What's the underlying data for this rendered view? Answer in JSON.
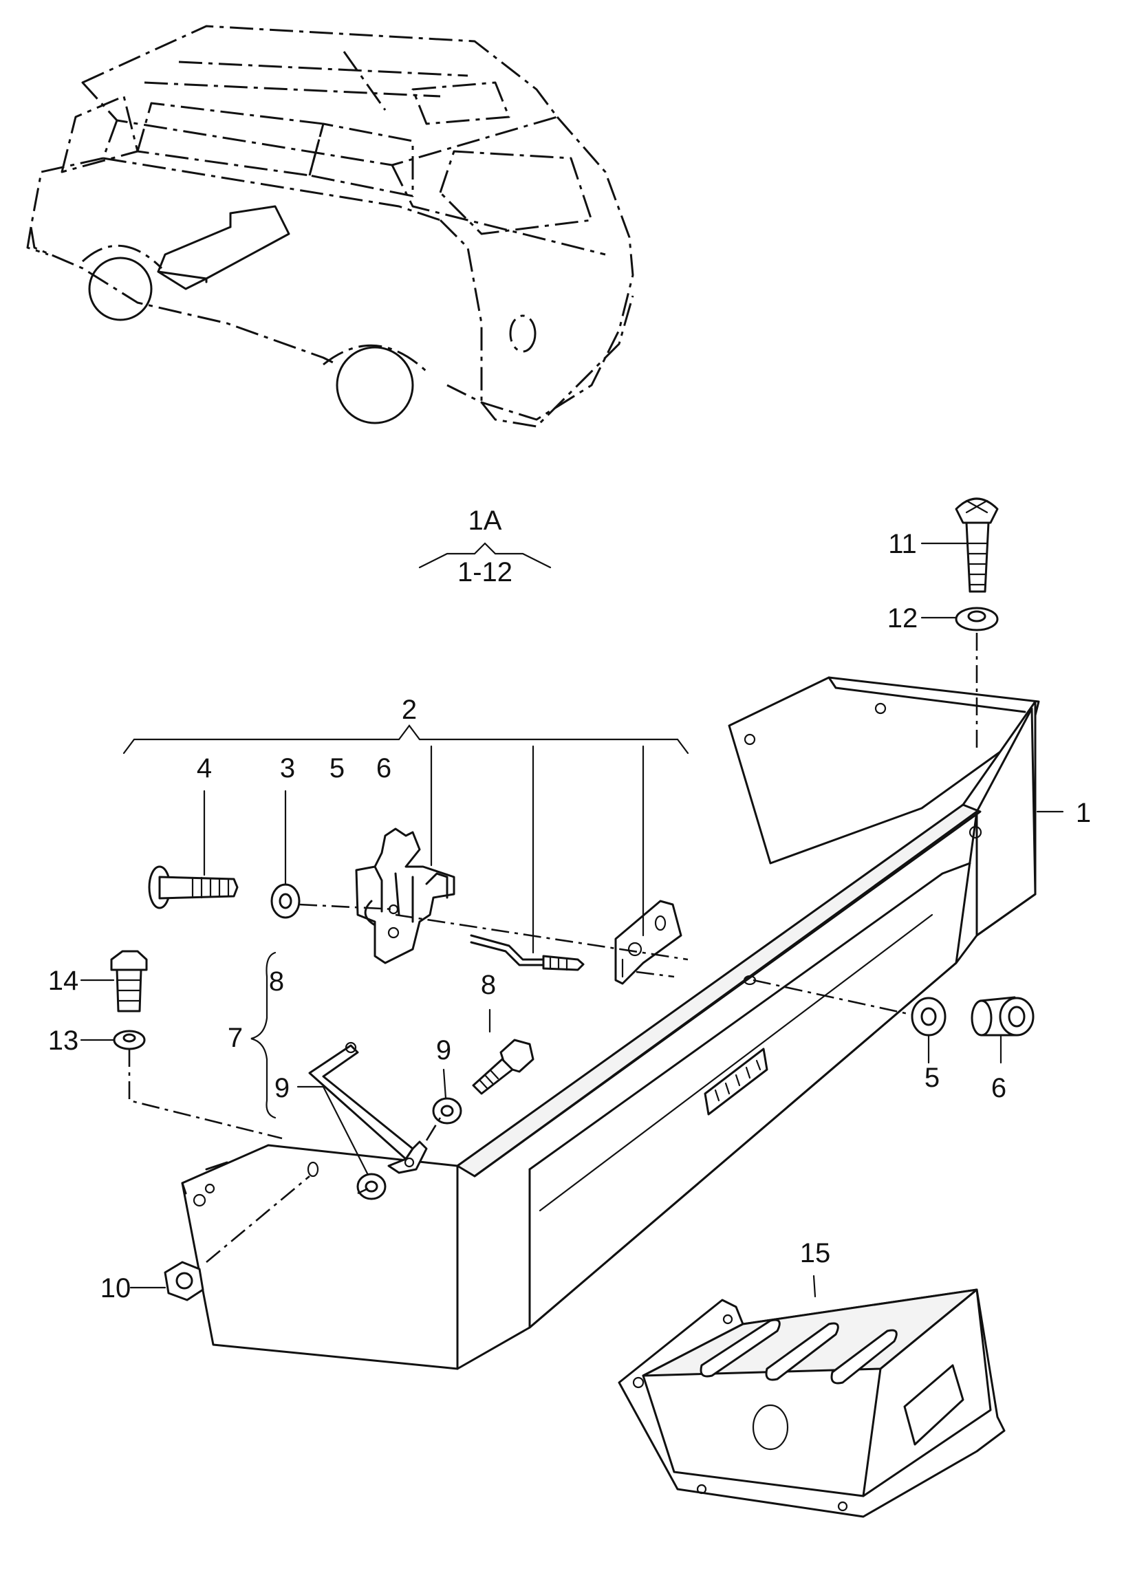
{
  "reference": {
    "group_top": "1A",
    "group_bottom": "1-12"
  },
  "callouts": [
    {
      "id": "c1",
      "text": "1"
    },
    {
      "id": "c2",
      "text": "2"
    },
    {
      "id": "c3",
      "text": "3"
    },
    {
      "id": "c4",
      "text": "4"
    },
    {
      "id": "c5a",
      "text": "5"
    },
    {
      "id": "c6a",
      "text": "6"
    },
    {
      "id": "c5b",
      "text": "5"
    },
    {
      "id": "c6b",
      "text": "6"
    },
    {
      "id": "c7",
      "text": "7"
    },
    {
      "id": "c8a",
      "text": "8"
    },
    {
      "id": "c8b",
      "text": "8"
    },
    {
      "id": "c9a",
      "text": "9"
    },
    {
      "id": "c9b",
      "text": "9"
    },
    {
      "id": "c10",
      "text": "10"
    },
    {
      "id": "c11",
      "text": "11"
    },
    {
      "id": "c12",
      "text": "12"
    },
    {
      "id": "c13",
      "text": "13"
    },
    {
      "id": "c14",
      "text": "14"
    },
    {
      "id": "c15",
      "text": "15"
    }
  ]
}
